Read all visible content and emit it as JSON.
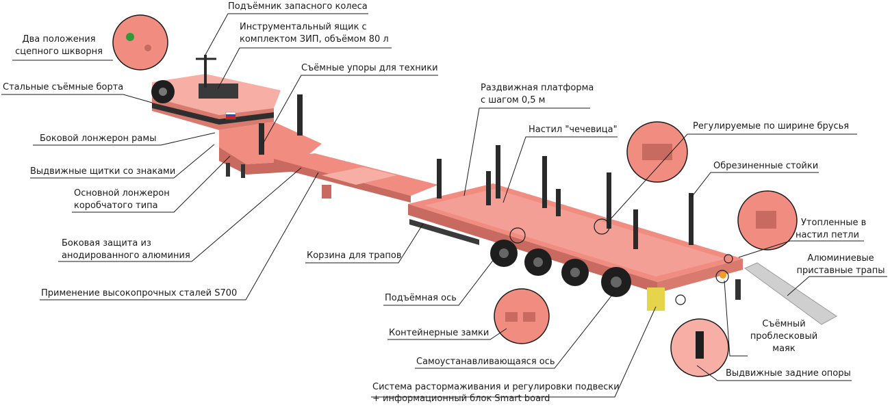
{
  "labels": {
    "spare_wheel_lift": "Подъёмник запасного колеса",
    "kingpin_line1": "Два положения",
    "kingpin_line2": "сцепного шкворня",
    "toolbox_line1": "Инструментальный ящик с",
    "toolbox_line2": "комплектом ЗИП, объёмом 80 л",
    "steel_sides": "Стальные съёмные борта",
    "removable_stops": "Съёмные упоры для техники",
    "extendable_platform_line1": "Раздвижная платформа",
    "extendable_platform_line2": "с шагом 0,5 м",
    "lentil_deck": "Настил \"чечевица\"",
    "adjustable_beams": "Регулируемые по ширине брусья",
    "side_spar": "Боковой лонжерон рамы",
    "rubber_posts": "Обрезиненные стойки",
    "flaps_signs": "Выдвижные щитки со знаками",
    "main_spar_line1": "Основной лонжерон",
    "main_spar_line2": "коробчатого типа",
    "recessed_loops_line1": "Утопленные в",
    "recessed_loops_line2": "настил петли",
    "side_protection_line1": "Боковая защита из",
    "side_protection_line2": "анодированного алюминия",
    "aluminum_ramps_line1": "Алюминиевые",
    "aluminum_ramps_line2": "приставные трапы",
    "ramp_basket": "Корзина для трапов",
    "high_strength_steel": "Применение высокопрочных сталей S700",
    "lift_axle": "Подъёмная ось",
    "beacon_line1": "Съёмный",
    "beacon_line2": "проблесковый",
    "beacon_line3": "маяк",
    "container_locks": "Контейнерные замки",
    "self_steering_axle": "Самоустанавливающаяся ось",
    "rear_supports": "Выдвижные задние опоры",
    "brake_system_line1": "Система растормаживания и регулировки подвески",
    "brake_system_line2": "+ информационный блок Smart board"
  },
  "colors": {
    "body": "#f08c80",
    "body_light": "#f6aea5",
    "body_dark": "#c96a60",
    "tire": "#1e1e1e",
    "post": "#2a2a2a",
    "leader": "#1a1a1a",
    "ramp": "#c8c8c8",
    "yellow_box": "#e6d54a",
    "beacon": "#f0a020"
  }
}
